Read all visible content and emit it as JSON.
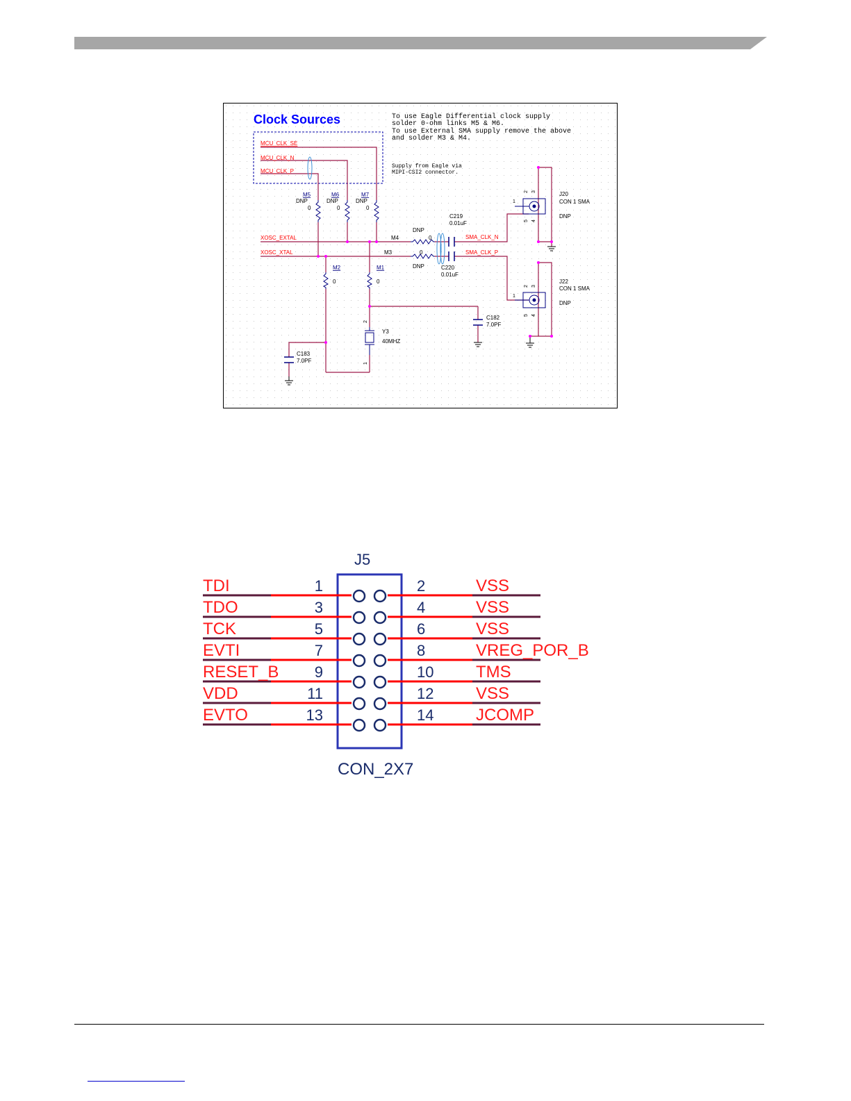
{
  "clock": {
    "title": "Clock Sources",
    "note": [
      "To use Eagle Differential clock supply",
      "solder 0-ohm links M5 & M6.",
      "To use External SMA supply remove the above",
      "and solder M3 & M4."
    ],
    "supply_note": [
      "Supply from Eagle via",
      "MIPI-CSI2 connector."
    ],
    "nets": {
      "mcu_clk_se": "MCU_CLK_SE",
      "mcu_clk_n": "MCU_CLK_N",
      "mcu_clk_p": "MCU_CLK_P",
      "xosc_extal": "XOSC_EXTAL",
      "xosc_xtal": "XOSC_XTAL",
      "sma_clk_n": "SMA_CLK_N",
      "sma_clk_p": "SMA_CLK_P"
    },
    "m5": {
      "ref": "M5",
      "dnp": "DNP",
      "value": "0"
    },
    "m6": {
      "ref": "M6",
      "dnp": "DNP",
      "value": "0"
    },
    "m7": {
      "ref": "M7",
      "dnp": "DNP",
      "value": "0"
    },
    "m4": {
      "ref": "M4",
      "dnp": "DNP",
      "value": "0"
    },
    "m3": {
      "ref": "M3",
      "dnp": "DNP",
      "value": "0"
    },
    "m2": {
      "ref": "M2",
      "value": "0"
    },
    "m1": {
      "ref": "M1",
      "value": "0"
    },
    "c219": {
      "ref": "C219",
      "value": "0.01uF"
    },
    "c220": {
      "ref": "C220",
      "value": "0.01uF"
    },
    "c182": {
      "ref": "C182",
      "value": "7.0PF"
    },
    "c183": {
      "ref": "C183",
      "value": "7.0PF"
    },
    "y3": {
      "ref": "Y3",
      "value": "40MHZ",
      "pin1": "1",
      "pin2": "2"
    },
    "j20": {
      "ref": "J20",
      "type": "CON 1 SMA",
      "dnp": "DNP",
      "pins": [
        "1",
        "2",
        "3",
        "4",
        "5"
      ]
    },
    "j22": {
      "ref": "J22",
      "type": "CON 1 SMA",
      "dnp": "DNP",
      "pins": [
        "1",
        "2",
        "3",
        "4",
        "5"
      ]
    }
  },
  "jtag": {
    "ref": "J5",
    "part": "CON_2X7",
    "rows": [
      {
        "left_signal": "TDI",
        "left_pin": "1",
        "right_pin": "2",
        "right_signal": "VSS"
      },
      {
        "left_signal": "TDO",
        "left_pin": "3",
        "right_pin": "4",
        "right_signal": "VSS"
      },
      {
        "left_signal": "TCK",
        "left_pin": "5",
        "right_pin": "6",
        "right_signal": "VSS"
      },
      {
        "left_signal": "EVTI",
        "left_pin": "7",
        "right_pin": "8",
        "right_signal": "VREG_POR_B"
      },
      {
        "left_signal": "RESET_B",
        "left_pin": "9",
        "right_pin": "10",
        "right_signal": "TMS"
      },
      {
        "left_signal": "VDD",
        "left_pin": "11",
        "right_pin": "12",
        "right_signal": "VSS"
      },
      {
        "left_signal": "EVTO",
        "left_pin": "13",
        "right_pin": "14",
        "right_signal": "JCOMP"
      }
    ]
  },
  "colors": {
    "wire": "#9e1a4a",
    "net_label": "#ff0000",
    "junction": "#ff00ff",
    "title": "#0000ff",
    "component": "#000080",
    "header_bar": "#a6a6a6"
  }
}
